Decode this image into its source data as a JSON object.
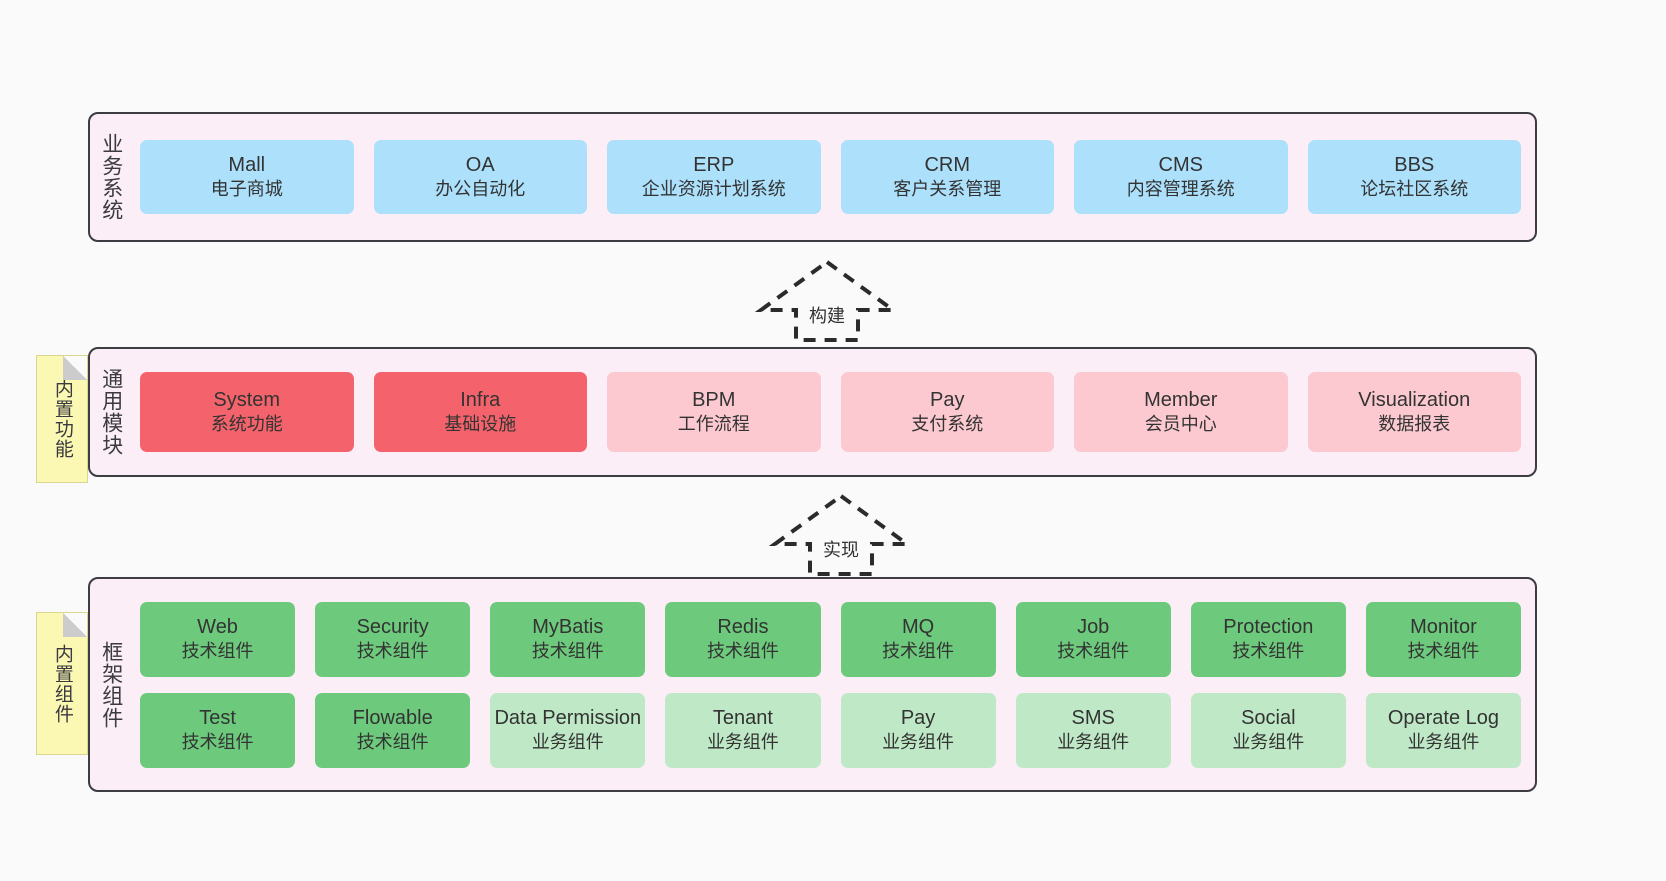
{
  "diagram": {
    "background": "#fafafa",
    "layer_fill": "#fbeef6",
    "layer_border": "#3c3c42"
  },
  "layers": [
    {
      "id": "business",
      "title": "业务系统",
      "color": "#ace0fb",
      "rows": [
        [
          {
            "en": "Mall",
            "cn": "电子商城"
          },
          {
            "en": "OA",
            "cn": "办公自动化"
          },
          {
            "en": "ERP",
            "cn": "企业资源计划系统"
          },
          {
            "en": "CRM",
            "cn": "客户关系管理"
          },
          {
            "en": "CMS",
            "cn": "内容管理系统"
          },
          {
            "en": "BBS",
            "cn": "论坛社区系统"
          }
        ]
      ]
    },
    {
      "id": "module",
      "title": "通用模块",
      "note": "内置功能",
      "color_primary": "#f4636b",
      "color_secondary": "#fbc9cf",
      "rows": [
        [
          {
            "en": "System",
            "cn": "系统功能"
          },
          {
            "en": "Infra",
            "cn": "基础设施"
          },
          {
            "en": "BPM",
            "cn": "工作流程"
          },
          {
            "en": "Pay",
            "cn": "支付系统"
          },
          {
            "en": "Member",
            "cn": "会员中心"
          },
          {
            "en": "Visualization",
            "cn": "数据报表"
          }
        ]
      ]
    },
    {
      "id": "framework",
      "title": "框架组件",
      "note": "内置组件",
      "color_primary": "#6dca7d",
      "color_secondary": "#bfe9c6",
      "rows": [
        [
          {
            "en": "Web",
            "cn": "技术组件"
          },
          {
            "en": "Security",
            "cn": "技术组件"
          },
          {
            "en": "MyBatis",
            "cn": "技术组件"
          },
          {
            "en": "Redis",
            "cn": "技术组件"
          },
          {
            "en": "MQ",
            "cn": "技术组件"
          },
          {
            "en": "Job",
            "cn": "技术组件"
          },
          {
            "en": "Protection",
            "cn": "技术组件"
          },
          {
            "en": "Monitor",
            "cn": "技术组件"
          }
        ],
        [
          {
            "en": "Test",
            "cn": "技术组件"
          },
          {
            "en": "Flowable",
            "cn": "技术组件"
          },
          {
            "en": "Data Permission",
            "cn": "业务组件"
          },
          {
            "en": "Tenant",
            "cn": "业务组件"
          },
          {
            "en": "Pay",
            "cn": "业务组件"
          },
          {
            "en": "SMS",
            "cn": "业务组件"
          },
          {
            "en": "Social",
            "cn": "业务组件"
          },
          {
            "en": "Operate Log",
            "cn": "业务组件"
          }
        ]
      ]
    }
  ],
  "arrows": [
    {
      "id": "build",
      "label": "构建",
      "style": "dashed-hollow-up"
    },
    {
      "id": "impl",
      "label": "实现",
      "style": "dashed-hollow-up"
    }
  ]
}
